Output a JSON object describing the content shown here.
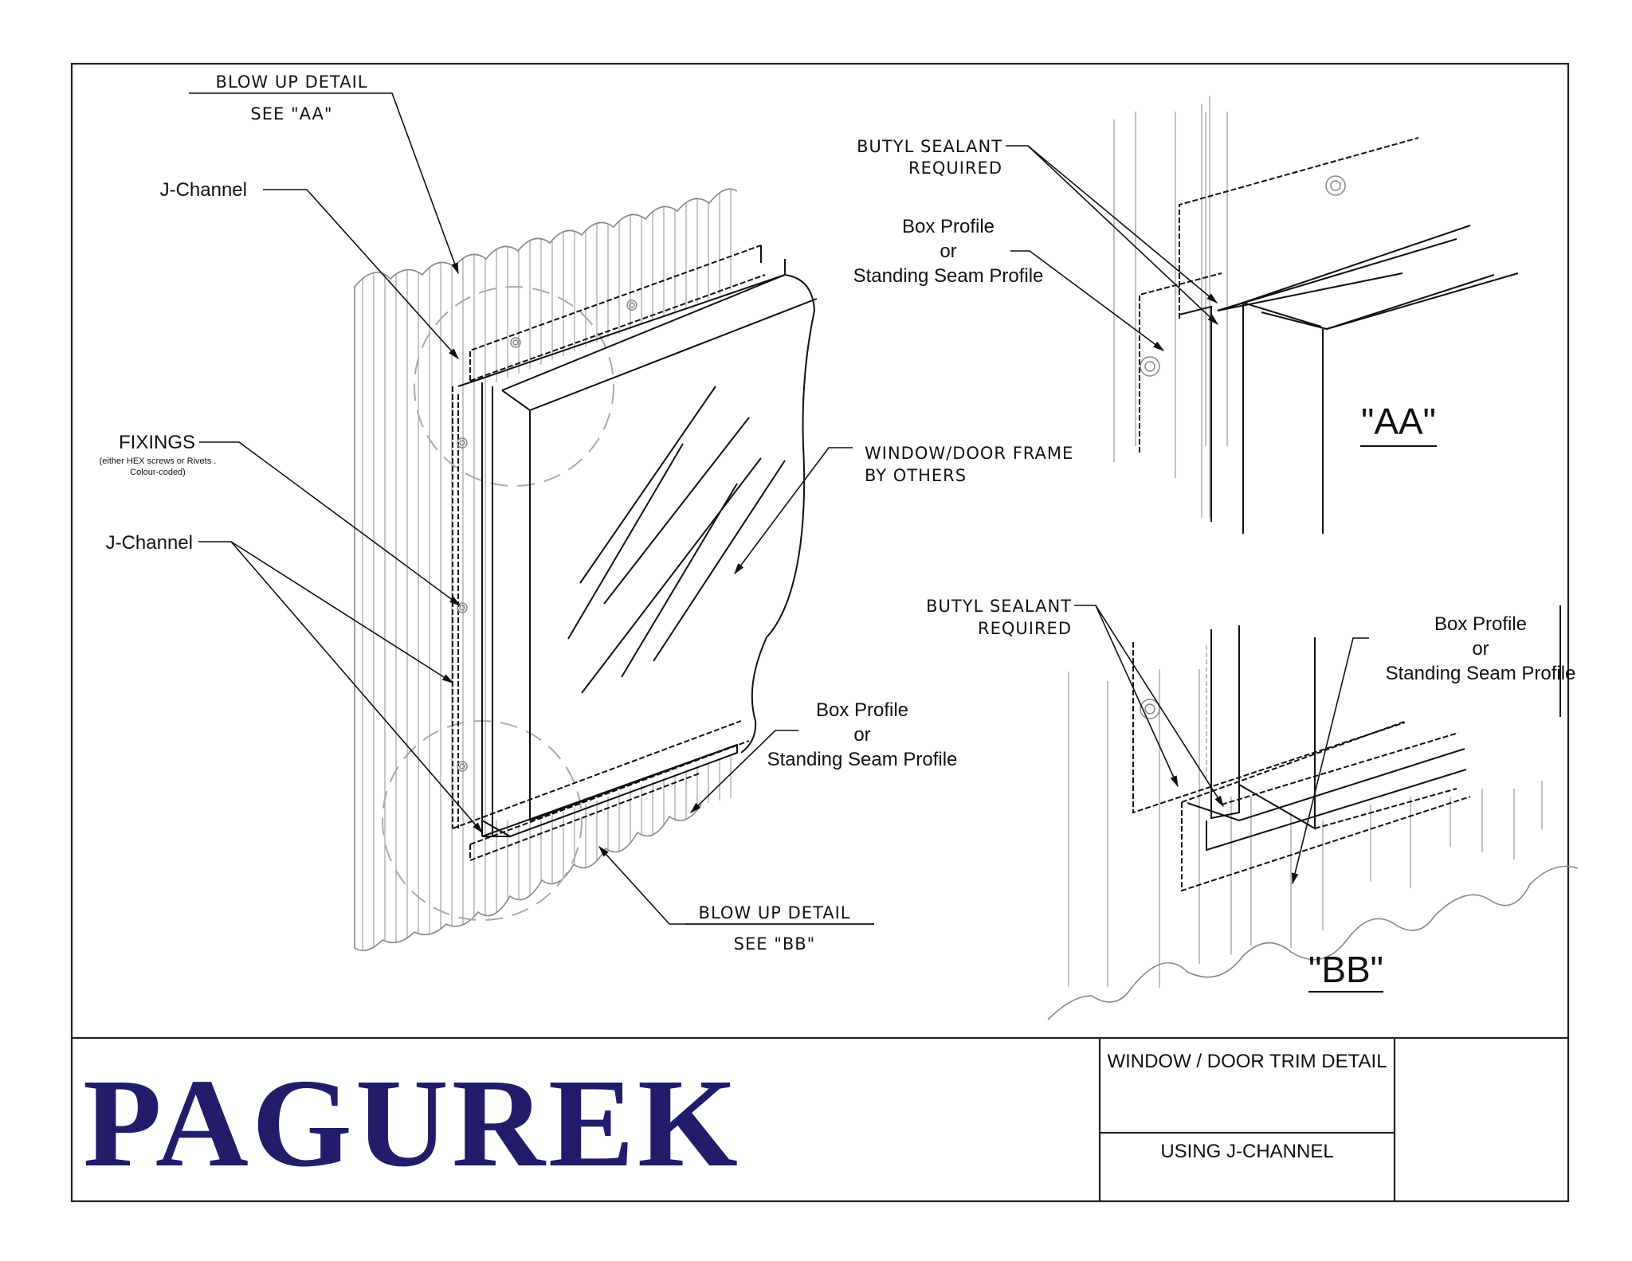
{
  "drawing": {
    "main_view": {
      "blowup_top": {
        "line1": "BLOW  UP  DETAIL",
        "line2": "SEE  \"AA\""
      },
      "blowup_bottom": {
        "line1": "BLOW  UP  DETAIL",
        "line2": "SEE  \"BB\""
      },
      "j_channel_top": "J-Channel",
      "j_channel_side": "J-Channel",
      "fixings": {
        "title": "FIXINGS",
        "note_line1": "(either HEX screws or Rivets .",
        "note_line2": "Colour-coded)"
      },
      "frame_label": {
        "line1": "WINDOW/DOOR  FRAME",
        "line2": "BY  OTHERS"
      },
      "profile_label": {
        "line1": "Box Profile",
        "line2": "or",
        "line3": "Standing Seam Profile"
      }
    },
    "detail_aa": {
      "tag": "\"AA\"",
      "sealant": {
        "line1": "BUTYL  SEALANT",
        "line2": "REQUIRED"
      },
      "profile_label": {
        "line1": "Box Profile",
        "line2": "or",
        "line3": "Standing Seam Profile"
      }
    },
    "detail_bb": {
      "tag": "\"BB\"",
      "sealant": {
        "line1": "BUTYL  SEALANT",
        "line2": "REQUIRED"
      },
      "profile_label": {
        "line1": "Box Profile",
        "line2": "or",
        "line3": "Standing Seam Profile"
      }
    }
  },
  "title_block": {
    "logo_text": "PAGUREK",
    "logo_color": "#231C6B",
    "title": "WINDOW / DOOR TRIM DETAIL",
    "subtitle": "USING J-CHANNEL"
  }
}
